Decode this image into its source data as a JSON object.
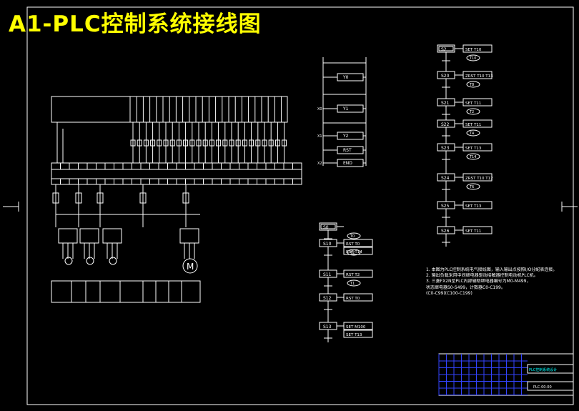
{
  "page_title": "A1-PLC控制系统接线图",
  "notes": [
    "1. 本图为PLC控制系统电气接线图，输入输出点按照I/O分配表连接。",
    "2. 输出负载采用中间继电器驱动接触器控制电动机PLC机。",
    "3. 三菱FX2N型PLC内部辅助继电器编号为M0-M499，",
    "   状态继电器S0-S499，计数器C0-C199。",
    "   (C0-C99)(C100-C199)"
  ],
  "sfc_left": {
    "steps": [
      "S0",
      "S10",
      "S11",
      "S12",
      "S13"
    ],
    "actions": [
      [],
      [
        "RST T0",
        "RST T14"
      ],
      [
        "RST T2"
      ],
      [
        "RST T0"
      ],
      [
        "SET M100",
        "SET T13"
      ]
    ],
    "timers": [
      "T0",
      "T2",
      "T1"
    ]
  },
  "sfc_right": {
    "steps": [
      "S2",
      "S20",
      "S21",
      "S22",
      "S23",
      "S24",
      "S25",
      "S26"
    ],
    "actions": [
      [
        "SET T10"
      ],
      [
        "ZRST T10 T13"
      ],
      [
        "SET T11"
      ],
      [
        "SET T11"
      ],
      [
        "SET T13"
      ],
      [
        "ZRST T10 T12"
      ],
      [
        "SET T13"
      ],
      [
        "SET T11"
      ]
    ],
    "timers": [
      "T10",
      "T8",
      "T2",
      "T4",
      "T14",
      "T6"
    ]
  },
  "ladder": {
    "coils": [
      "Y0",
      "Y1",
      "Y2",
      "RST",
      "END"
    ],
    "contacts": [
      "X0",
      "X1",
      "X2"
    ]
  },
  "title_block": {
    "drawing_no": "PLC-00-00",
    "company": "PLC控制系统设计"
  },
  "colors": {
    "line": "#ffffff",
    "title": "#ffff00",
    "table": "#0000ff",
    "accent": "#00ff00"
  }
}
